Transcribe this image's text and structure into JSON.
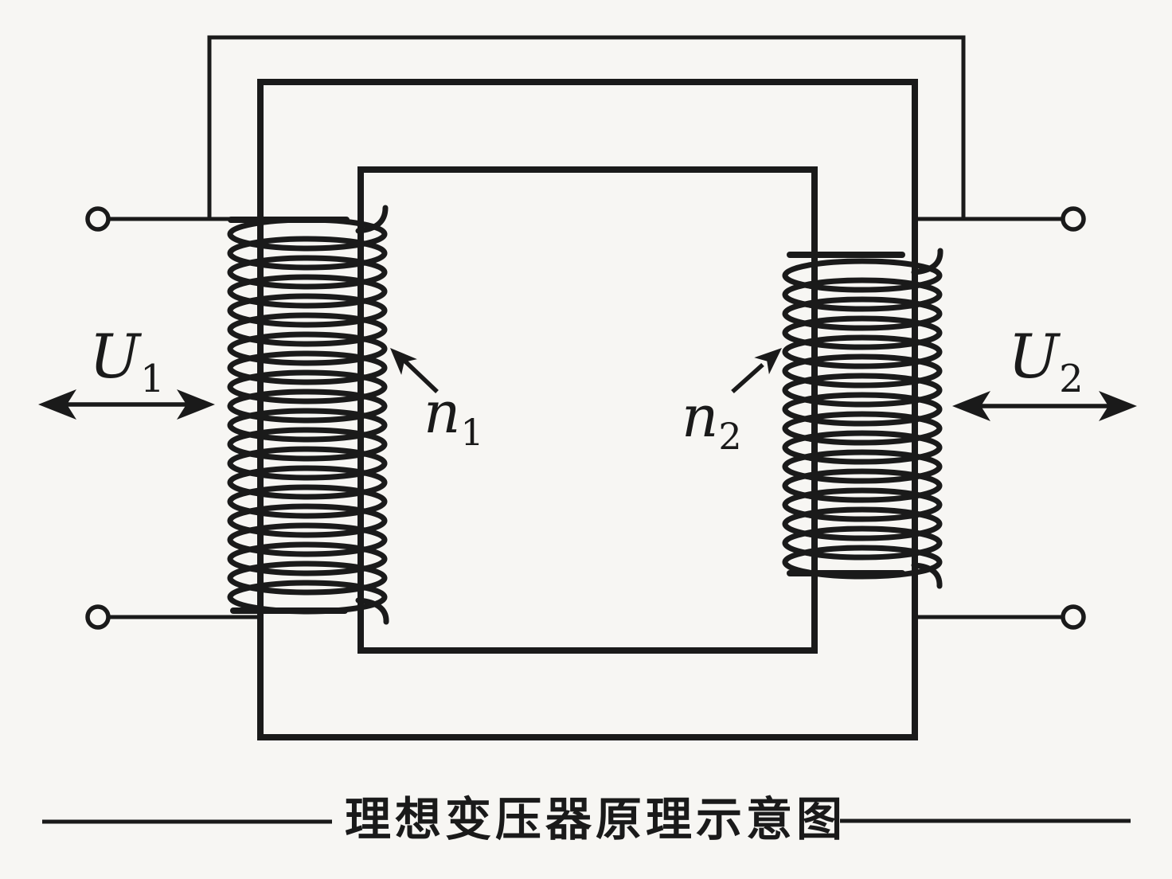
{
  "diagram": {
    "caption": "理想变压器原理示意图",
    "labels": {
      "primary_voltage": {
        "base": "U",
        "sub": "1"
      },
      "secondary_voltage": {
        "base": "U",
        "sub": "2"
      },
      "primary_turns": {
        "base": "n",
        "sub": "1"
      },
      "secondary_turns": {
        "base": "n",
        "sub": "2"
      }
    },
    "colors": {
      "ink": "#1a1a1a",
      "background": "#f7f6f3"
    }
  }
}
